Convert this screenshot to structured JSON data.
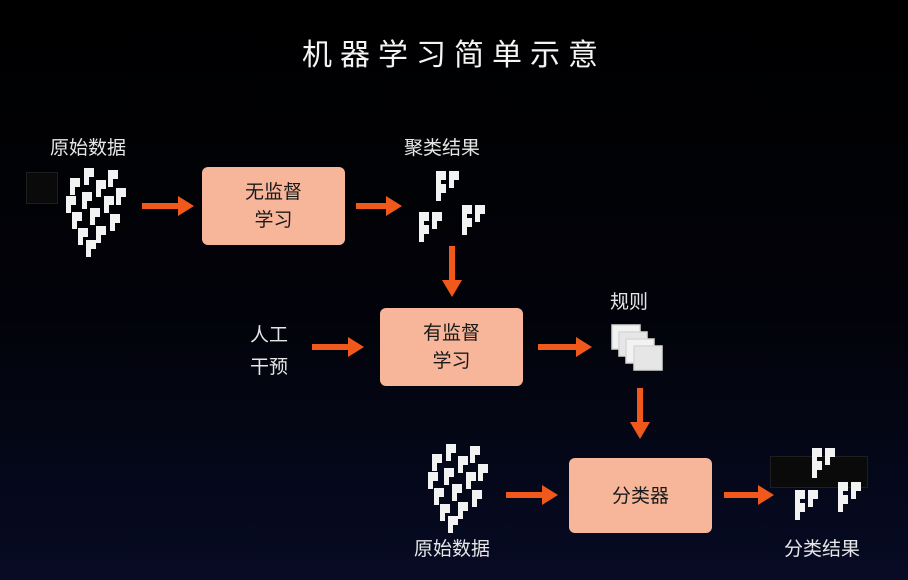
{
  "title": "机器学习简单示意",
  "labels": {
    "raw_data_top": "原始数据",
    "cluster_result_top": "聚类结果",
    "rules": "规则",
    "human_line1": "人工",
    "human_line2": "干预",
    "raw_data_bottom": "原始数据",
    "classify_result": "分类结果"
  },
  "boxes": {
    "unsupervised_line1": "无监督",
    "unsupervised_line2": "学习",
    "supervised_line1": "有监督",
    "supervised_line2": "学习",
    "classifier": "分类器"
  },
  "colors": {
    "arrow": "#f0581c",
    "box_fill": "#f7b69a",
    "data_icon": "#f2f2f2"
  }
}
